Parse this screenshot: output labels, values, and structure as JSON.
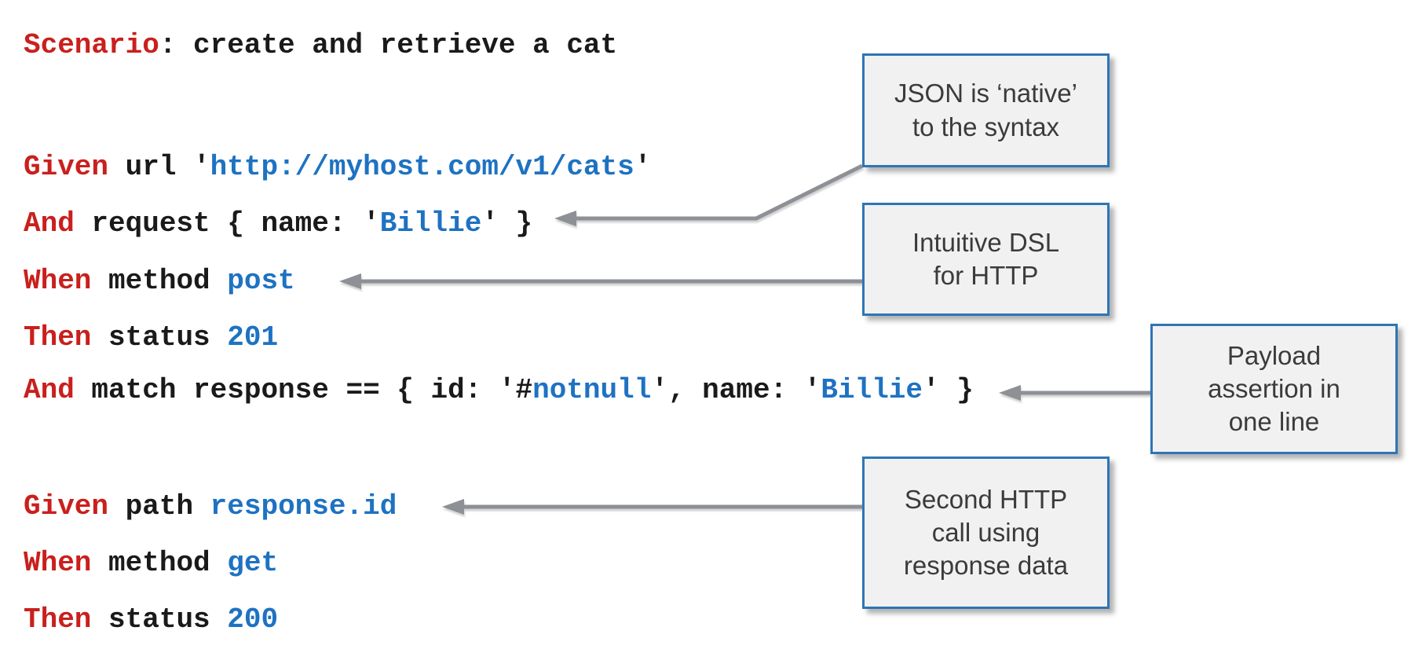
{
  "title": "Karate DSL scenario: create and retrieve a cat",
  "colors": {
    "code_keyword_red": "#C9201D",
    "code_value_blue": "#1E72C2",
    "code_plain_black": "#1A1A1A",
    "callout_border_blue": "#2E75B6",
    "callout_background": "#F1F1F1",
    "arrow_gray": "#8D9095"
  },
  "code": {
    "lines": [
      {
        "tokens": [
          {
            "t": "Scenario",
            "c": "kw"
          },
          {
            "t": ": create and retrieve a cat",
            "c": "plain"
          }
        ]
      },
      {
        "tokens": [
          {
            "t": "Given",
            "c": "kw"
          },
          {
            "t": " url '",
            "c": "plain"
          },
          {
            "t": "http://myhost.com/v1/cats",
            "c": "str"
          },
          {
            "t": "'",
            "c": "plain"
          }
        ]
      },
      {
        "tokens": [
          {
            "t": "And",
            "c": "kw"
          },
          {
            "t": " request { name: '",
            "c": "plain"
          },
          {
            "t": "Billie",
            "c": "str"
          },
          {
            "t": "' }",
            "c": "plain"
          }
        ]
      },
      {
        "tokens": [
          {
            "t": "When",
            "c": "kw"
          },
          {
            "t": " method ",
            "c": "plain"
          },
          {
            "t": "post",
            "c": "str"
          }
        ]
      },
      {
        "tokens": [
          {
            "t": "Then",
            "c": "kw"
          },
          {
            "t": " status ",
            "c": "plain"
          },
          {
            "t": "201",
            "c": "str"
          }
        ]
      },
      {
        "tokens": [
          {
            "t": "And",
            "c": "kw"
          },
          {
            "t": " match response == { id: '#",
            "c": "plain"
          },
          {
            "t": "notnull",
            "c": "str"
          },
          {
            "t": "', name: '",
            "c": "plain"
          },
          {
            "t": "Billie",
            "c": "str"
          },
          {
            "t": "' }",
            "c": "plain"
          }
        ]
      },
      {
        "tokens": [
          {
            "t": "Given",
            "c": "kw"
          },
          {
            "t": " path ",
            "c": "plain"
          },
          {
            "t": "response.id",
            "c": "str"
          }
        ]
      },
      {
        "tokens": [
          {
            "t": "When",
            "c": "kw"
          },
          {
            "t": " method ",
            "c": "plain"
          },
          {
            "t": "get",
            "c": "str"
          }
        ]
      },
      {
        "tokens": [
          {
            "t": "Then",
            "c": "kw"
          },
          {
            "t": " status ",
            "c": "plain"
          },
          {
            "t": "200",
            "c": "str"
          }
        ]
      }
    ]
  },
  "callouts": [
    {
      "id": "json-native",
      "text": "JSON is ‘native’\nto the syntax"
    },
    {
      "id": "intuitive-dsl",
      "text": "Intuitive DSL\nfor HTTP"
    },
    {
      "id": "payload-assertion",
      "text": "Payload\nassertion in\none line"
    },
    {
      "id": "second-call",
      "text": "Second HTTP\ncall using\nresponse data"
    }
  ]
}
